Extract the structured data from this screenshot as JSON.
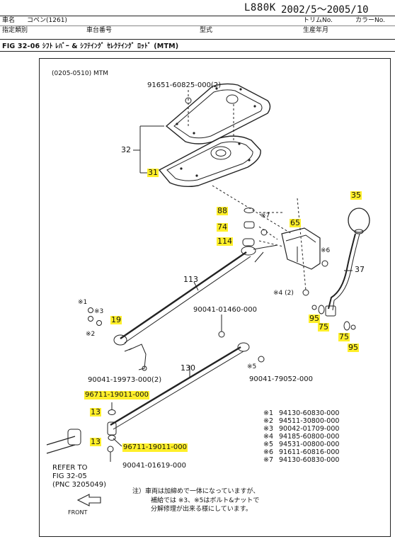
{
  "header": {
    "model_code": "L880K",
    "date_range": "2002/5～2005/10",
    "fields": {
      "vehicle_name_label": "車名",
      "vehicle_name_value": "コペン(1261)",
      "designated_category_label": "指定類別",
      "chassis_number_label": "車台番号",
      "model_label": "型式",
      "trim_label": "トリムNo.",
      "color_label": "カラーNo.",
      "production_label": "生産年月"
    }
  },
  "figure": {
    "title": "FIG 32-06 ｼﾌﾄ ﾚﾊﾞｰ & ｼﾌﾃｲﾝｸﾞ ｾﾚｸﾃｲﾝｸﾞ ﾛｯﾄﾞ (MTM)",
    "subtitle": "(0205-0510) MTM"
  },
  "callouts": {
    "p91651": "91651-60825-000(2)",
    "n32": "32",
    "n31": "31",
    "n88": "88",
    "n74": "74",
    "n114": "114",
    "n65": "65",
    "n35": "35",
    "n37": "37",
    "n113": "113",
    "n19": "19",
    "n95a": "95",
    "n75a": "75",
    "n75b": "75",
    "n95b": "95",
    "n130": "130",
    "n13a": "13",
    "n13b": "13",
    "p90041_01460": "90041-01460-000",
    "p90041_19973": "90041-19973-000(2)",
    "p96711_a": "96711-19011-000",
    "p96711_b": "96711-19011-000",
    "p90041_79052": "90041-79052-000",
    "p90041_01619": "90041-01619-000",
    "m7a": "※7",
    "m6": "※6",
    "m4": "※4 (2)",
    "m1": "※1",
    "m3": "※3",
    "m2": "※2",
    "m5": "※5",
    "refer": [
      "REFER TO",
      "FIG  32-05",
      "(PNC 3205049)"
    ],
    "front": "FRONT"
  },
  "legend": [
    {
      "key": "※1",
      "part": "94130-60830-000"
    },
    {
      "key": "※2",
      "part": "94511-30800-000"
    },
    {
      "key": "※3",
      "part": "90042-01709-000"
    },
    {
      "key": "※4",
      "part": "94185-60800-000"
    },
    {
      "key": "※5",
      "part": "94531-00800-000"
    },
    {
      "key": "※6",
      "part": "91611-60816-000"
    },
    {
      "key": "※7",
      "part": "94130-60830-000"
    }
  ],
  "note": {
    "line1": "注）車両は加締めで一体になっていますが、",
    "line2": "補給では ※3、※5はボルト&ナットで",
    "line3": "分解修理が出来る様にしています。"
  },
  "colors": {
    "highlight": "#ffef2a",
    "ink": "#111111"
  }
}
